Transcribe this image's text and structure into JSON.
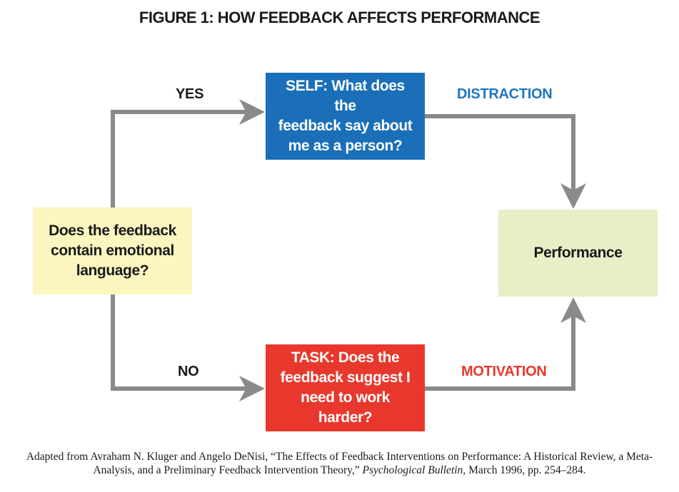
{
  "title": "FIGURE 1: HOW FEEDBACK AFFECTS PERFORMANCE",
  "colors": {
    "arrow": "#8a8a8a",
    "question_fill": "#fbf6bf",
    "self_fill": "#1a6fb8",
    "task_fill": "#e8382d",
    "performance_fill": "#e7efc7",
    "distraction_text": "#1f76bd",
    "motivation_text": "#e8382d"
  },
  "nodes": {
    "question": {
      "lines": [
        "Does the feedback",
        "contain emotional",
        "language?"
      ]
    },
    "self": {
      "lines": [
        "SELF: What does the",
        "feedback say about",
        "me as a person?"
      ]
    },
    "task": {
      "lines": [
        "TASK: Does the",
        "feedback suggest I",
        "need to work harder?"
      ]
    },
    "performance": {
      "lines": [
        "Performance"
      ]
    }
  },
  "edges": {
    "yes": "YES",
    "no": "NO",
    "distraction": "DISTRACTION",
    "motivation": "MOTIVATION"
  },
  "caption": {
    "part1": "Adapted from Avraham N. Kluger and Angelo DeNisi, “The Effects of Feedback Interventions on Performance: A Historical Review, a Meta-Analysis, and a Preliminary Feedback Intervention Theory,”",
    "journal": "Psychological Bulletin,",
    "part2": "March 1996, pp. 254–284."
  }
}
